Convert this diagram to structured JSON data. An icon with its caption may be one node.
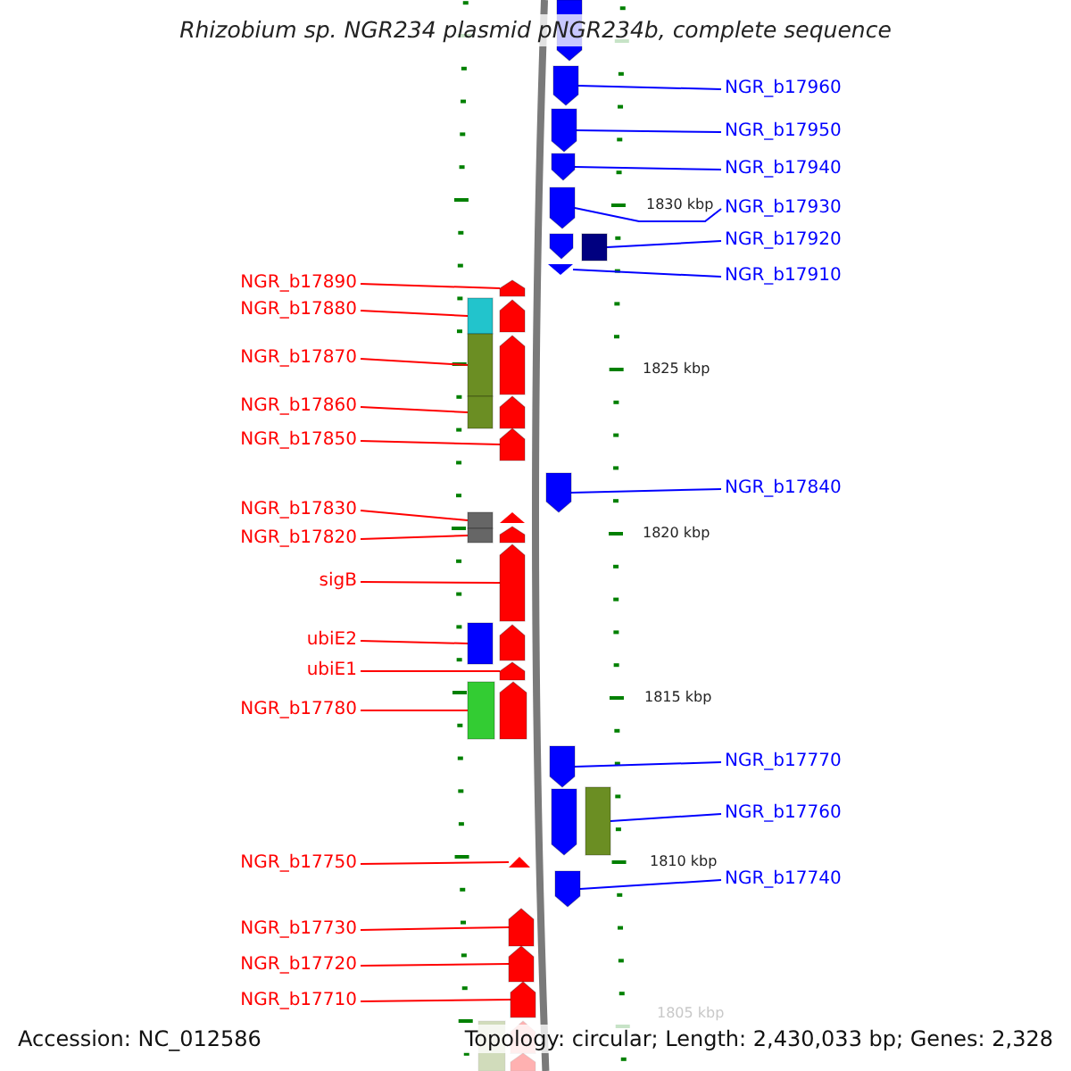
{
  "diagram": {
    "title": "Rhizobium sp. NGR234 plasmid pNGR234b, complete sequence",
    "nodes": [
      {
        "text": [
          "NGR_b17960"
        ]
      },
      {
        "text": [
          "NGR_b17950"
        ]
      },
      {
        "text": [
          "NGR_b17940"
        ]
      },
      {
        "text": [
          "NGR_b17930"
        ]
      },
      {
        "text": [
          "NGR_b17920"
        ]
      },
      {
        "text": [
          "NGR_b17910"
        ]
      },
      {
        "text": [
          "NGR_b17890"
        ]
      },
      {
        "text": [
          "NGR_b17880"
        ]
      },
      {
        "text": [
          "NGR_b17870"
        ]
      },
      {
        "text": [
          "NGR_b17860"
        ]
      },
      {
        "text": [
          "NGR_b17850"
        ]
      },
      {
        "text": [
          "NGR_b17840"
        ]
      },
      {
        "text": [
          "NGR_b17830"
        ]
      },
      {
        "text": [
          "NGR_b17820"
        ]
      },
      {
        "text": [
          "sigB"
        ]
      },
      {
        "text": [
          "ubiE2"
        ]
      },
      {
        "text": [
          "ubiE1"
        ]
      },
      {
        "text": [
          "NGR_b17780"
        ]
      },
      {
        "text": [
          "NGR_b17770"
        ]
      },
      {
        "text": [
          "NGR_b17760"
        ]
      },
      {
        "text": [
          "NGR_b17750"
        ]
      },
      {
        "text": [
          "NGR_b17740"
        ]
      },
      {
        "text": [
          "NGR_b17730"
        ]
      },
      {
        "text": [
          "NGR_b17720"
        ]
      },
      {
        "text": [
          "NGR_b17710"
        ]
      },
      {
        "text": [],
        "shape": "arrow"
      },
      {
        "text": [],
        "shape": "arrow"
      },
      {
        "text": [],
        "shape": "arrow"
      },
      {
        "text": [],
        "shape": "arrow"
      },
      {
        "text": [],
        "shape": "arrow"
      },
      {
        "text": [],
        "shape": "arrow"
      },
      {
        "text": [],
        "shape": "box"
      },
      {
        "text": [],
        "shape": "triangle"
      },
      {
        "text": [],
        "shape": "arrow"
      },
      {
        "text": [],
        "shape": "box"
      },
      {
        "text": [],
        "shape": "arrow"
      },
      {
        "text": [],
        "shape": "box"
      },
      {
        "text": [],
        "shape": "arrow"
      },
      {
        "text": [],
        "shape": "box"
      },
      {
        "text": [],
        "shape": "arrow"
      },
      {
        "text": [],
        "shape": "arrow"
      },
      {
        "text": [],
        "shape": "arrow"
      },
      {
        "text": [],
        "shape": "box"
      },
      {
        "text": [],
        "shape": "triangle"
      },
      {
        "text": [],
        "shape": "box"
      },
      {
        "text": [],
        "shape": "arrow"
      },
      {
        "text": [],
        "shape": "arrow"
      },
      {
        "text": [],
        "shape": "box"
      },
      {
        "text": [],
        "shape": "arrow"
      },
      {
        "text": [],
        "shape": "arrow"
      },
      {
        "text": [],
        "shape": "box"
      },
      {
        "text": [],
        "shape": "arrow"
      },
      {
        "text": [],
        "shape": "arrow"
      },
      {
        "text": [],
        "shape": "arrow"
      },
      {
        "text": [],
        "shape": "box"
      },
      {
        "text": [],
        "shape": "triangle"
      },
      {
        "text": [],
        "shape": "arrow"
      },
      {
        "text": [],
        "shape": "arrow"
      },
      {
        "text": [],
        "shape": "arrow"
      },
      {
        "text": [],
        "shape": "arrow"
      },
      {
        "text": [],
        "shape": "box"
      },
      {
        "text": [],
        "shape": "arrow"
      },
      {
        "text": [],
        "shape": "arrow"
      }
    ],
    "edges": [
      {
        "from": 0,
        "to": 26,
        "arrow": "none",
        "color": "#0000ff"
      },
      {
        "from": 1,
        "to": 27,
        "arrow": "none",
        "color": "#0000ff"
      },
      {
        "from": 2,
        "to": 28,
        "arrow": "none",
        "color": "#0000ff"
      },
      {
        "from": 3,
        "to": 29,
        "arrow": "none",
        "color": "#0000ff"
      },
      {
        "from": 4,
        "to": 31,
        "arrow": "none",
        "color": "#0000ff"
      },
      {
        "from": 5,
        "to": 32,
        "arrow": "none",
        "color": "#0000ff"
      },
      {
        "from": 6,
        "to": 33,
        "arrow": "none"
      },
      {
        "from": 7,
        "to": 34,
        "arrow": "none"
      },
      {
        "from": 8,
        "to": 36,
        "arrow": "none"
      },
      {
        "from": 9,
        "to": 38,
        "arrow": "none"
      },
      {
        "from": 10,
        "to": 40,
        "arrow": "none"
      },
      {
        "from": 11,
        "to": 41,
        "arrow": "none",
        "color": "#0000ff"
      },
      {
        "from": 12,
        "to": 42,
        "arrow": "none"
      },
      {
        "from": 13,
        "to": 44,
        "arrow": "none"
      },
      {
        "from": 14,
        "to": 46,
        "arrow": "none"
      },
      {
        "from": 15,
        "to": 47,
        "arrow": "none"
      },
      {
        "from": 16,
        "to": 49,
        "arrow": "none"
      },
      {
        "from": 17,
        "to": 50,
        "arrow": "none"
      },
      {
        "from": 18,
        "to": 52,
        "arrow": "none",
        "color": "#0000ff"
      },
      {
        "from": 19,
        "to": 54,
        "arrow": "none",
        "color": "#0000ff"
      },
      {
        "from": 20,
        "to": 55,
        "arrow": "none"
      },
      {
        "from": 21,
        "to": 56,
        "arrow": "none",
        "color": "#0000ff"
      },
      {
        "from": 22,
        "to": 57,
        "arrow": "none"
      },
      {
        "from": 23,
        "to": 58,
        "arrow": "none"
      },
      {
        "from": 24,
        "to": 59,
        "arrow": "none"
      }
    ],
    "labels": [
      "1830 kbp",
      "1825 kbp",
      "1820 kbp",
      "1815 kbp",
      "1810 kbp",
      "1805 kbp",
      "Accession: NC_012586",
      "Topology: circular; Length: 2,430,033 bp; Genes: 2,328"
    ]
  }
}
